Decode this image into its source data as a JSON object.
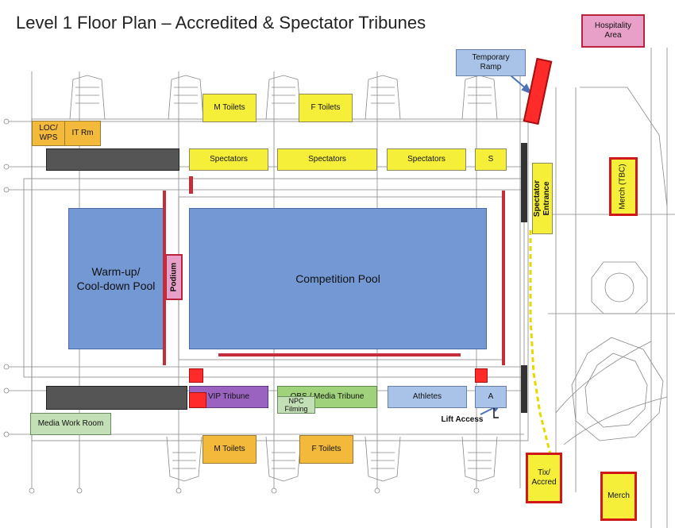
{
  "title": "Level 1 Floor Plan – Accredited & Spectator Tribunes",
  "labels": {
    "hospitality": "Hospitality\nArea",
    "temp_ramp": "Temporary\nRamp",
    "m_toilets_top": "M Toilets",
    "f_toilets_top": "F Toilets",
    "loc_wps": "LOC/\nWPS",
    "it_rm": "IT Rm",
    "spectators_1": "Spectators",
    "spectators_2": "Spectators",
    "spectators_3": "Spectators",
    "spectators_s": "S",
    "spectator_entrance": "Spectator\nEntrance",
    "merch_tbc": "Merch (TBC)",
    "warmup_pool": "Warm-up/\nCool-down Pool",
    "podium": "Podium",
    "competition_pool": "Competition Pool",
    "vip_tribune": "VIP Tribune",
    "media_tribune": "OBS / Media Tribune",
    "npc_filming": "NPC\nFilming",
    "athletes": "Athletes",
    "athletes_a": "A",
    "lift_access": "Lift Access",
    "media_work_room": "Media Work Room",
    "m_toilets_bottom": "M Toilets",
    "f_toilets_bottom": "F Toilets",
    "tix_accred": "Tix/\nAccred",
    "merch": "Merch"
  },
  "colors": {
    "yellow": "#f5ef3a",
    "orange": "#f3b93a",
    "red": "#ff2a2a",
    "pool_blue": "#7398d4",
    "light_blue": "#a9c2e8",
    "purple": "#9b63c0",
    "green": "#9fd27a",
    "bar_red": "#c42d3a"
  }
}
